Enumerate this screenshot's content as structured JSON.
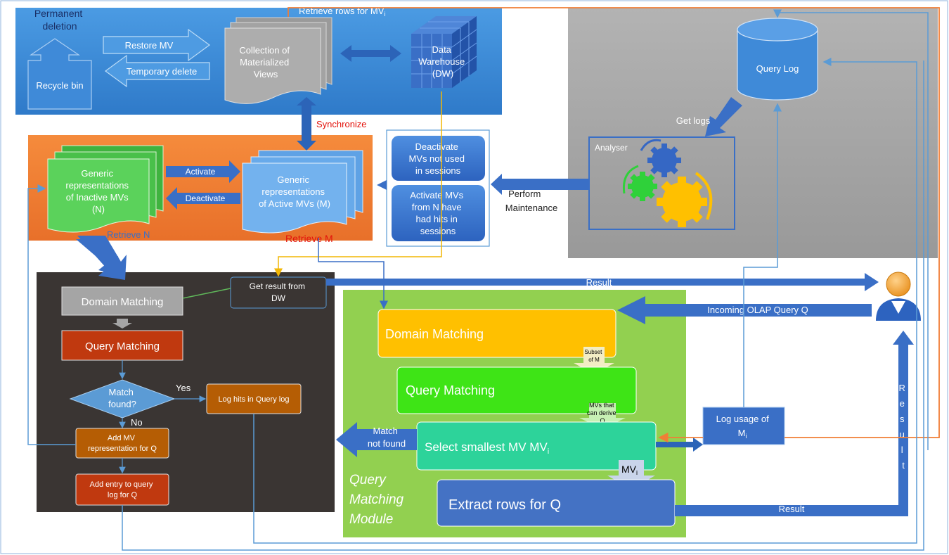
{
  "top_region": {
    "permanent_deletion": [
      "Permanent",
      "deletion"
    ],
    "recycle_bin": "Recycle bin",
    "restore_mv": "Restore MV",
    "temporary_delete": "Temporary delete",
    "collection": [
      "Collection of",
      "Materialized",
      "Views"
    ],
    "data_warehouse": [
      "Data",
      "Warehouse",
      "(DW)"
    ],
    "retrieve_rows": "Retrieve rows for MV",
    "retrieve_rows_sub": "i",
    "synchronize": "Synchronize"
  },
  "orange_region": {
    "inactive": [
      "Generic",
      "representations",
      "of Inactive MVs",
      "(N)"
    ],
    "active": [
      "Generic",
      "representations",
      "of Active MVs (M)"
    ],
    "activate": "Activate",
    "deactivate": "Deactivate",
    "retrieve_n": "Retrieve N",
    "retrieve_m": "Retrieve M"
  },
  "maintenance": {
    "deactivate_box": [
      "Deactivate",
      "MVs not used",
      "in sessions"
    ],
    "activate_box": [
      "Activate MVs",
      "from N have",
      "had hits in",
      "sessions"
    ],
    "perform": [
      "Perform",
      "Maintenance"
    ]
  },
  "log_region": {
    "query_log": "Query Log",
    "get_logs": "Get logs",
    "analyser": "Analyser"
  },
  "dark_region": {
    "domain_matching": "Domain Matching",
    "get_result": [
      "Get result from",
      "DW"
    ],
    "query_matching": "Query Matching",
    "match_found": [
      "Match",
      "found?"
    ],
    "yes": "Yes",
    "no": "No",
    "log_hits": "Log hits in Query log",
    "add_mv": [
      "Add MV",
      "representation for Q"
    ],
    "add_entry": [
      "Add entry to query",
      "log for Q"
    ]
  },
  "green_region": {
    "domain_matching": "Domain Matching",
    "subset": [
      "Subset",
      "of M"
    ],
    "query_matching": "Query Matching",
    "mvs_derive": [
      "MVs that",
      "can derive",
      "Q"
    ],
    "select_smallest": "Select smallest MV MV",
    "select_sub": "i",
    "mvi": "MV",
    "mvi_sub": "i",
    "extract_rows": "Extract rows for Q",
    "match_not_found": [
      "Match",
      "not found"
    ],
    "module_title": [
      "Query",
      "Matching",
      "Module"
    ]
  },
  "right_side": {
    "result_top": "Result",
    "incoming_query": "Incoming OLAP Query Q",
    "result_bottom": "Result",
    "result_vertical": [
      "R",
      "e",
      "s",
      "u",
      "l",
      "t"
    ],
    "log_usage": "Log  usage of",
    "log_usage_m": "M",
    "log_usage_sub": "i"
  },
  "colors": {
    "top_blue": "#3d8bd6",
    "orange": "#ef7d31",
    "gray": "#a6a6a6",
    "dark": "#3a3533",
    "green": "#92d050",
    "arrow_blue": "#3a6fc6",
    "red_text": "#e3120b"
  }
}
